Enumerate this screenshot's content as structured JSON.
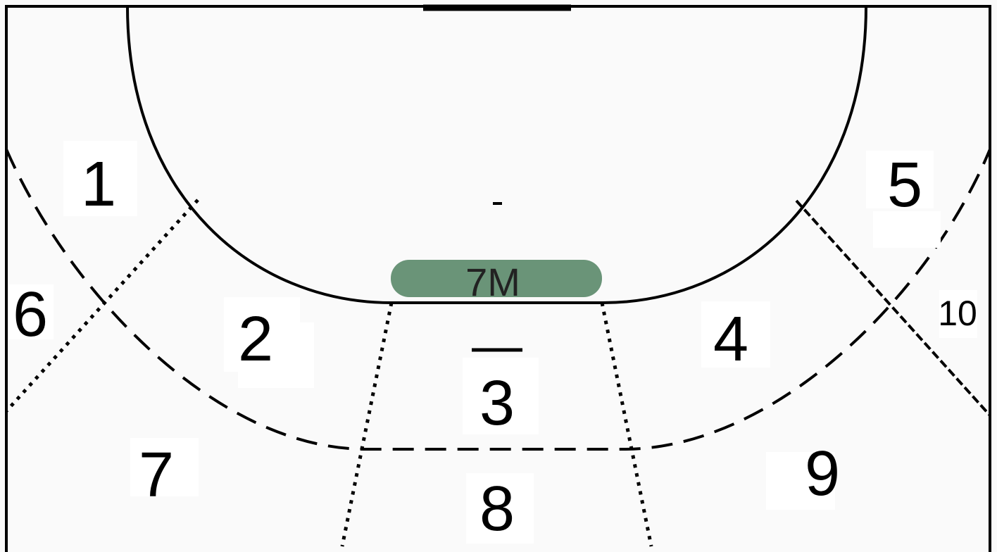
{
  "diagram": {
    "colors": {
      "background": "#fafafa",
      "line": "#000000",
      "label_box": "#ffffff",
      "seven_m_marker": "#6a9478"
    },
    "seven_m_label": "7M",
    "zones": [
      {
        "id": "1",
        "label": "1"
      },
      {
        "id": "2",
        "label": "2"
      },
      {
        "id": "3",
        "label": "3"
      },
      {
        "id": "4",
        "label": "4"
      },
      {
        "id": "5",
        "label": "5"
      },
      {
        "id": "6",
        "label": "6"
      },
      {
        "id": "7",
        "label": "7"
      },
      {
        "id": "8",
        "label": "8"
      },
      {
        "id": "9",
        "label": "9"
      },
      {
        "id": "10",
        "label": "10"
      }
    ]
  }
}
